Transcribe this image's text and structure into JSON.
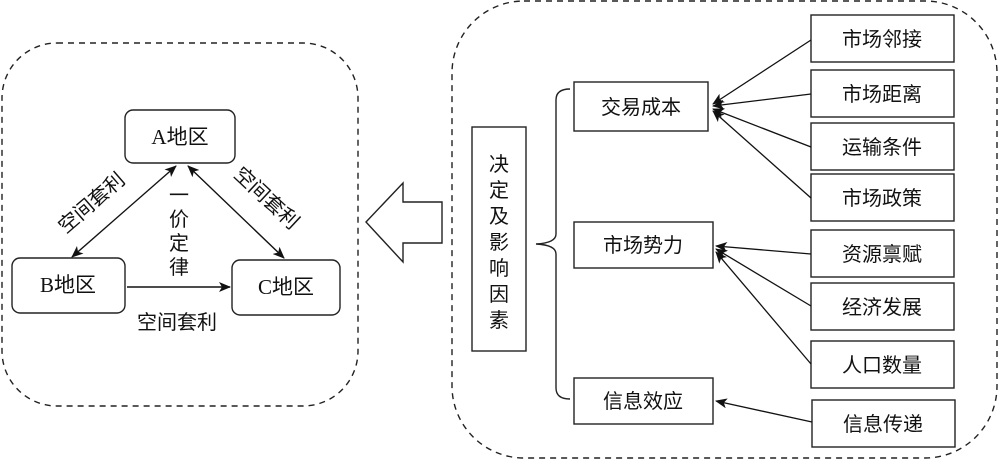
{
  "left_panel": {
    "regions": {
      "a": "A地区",
      "b": "B地区",
      "c": "C地区"
    },
    "edge_labels": {
      "a_b": "空间套利",
      "a_c": "空间套利",
      "b_c": "空间套利"
    },
    "center_label": [
      "一",
      "价",
      "定",
      "律"
    ]
  },
  "right_panel": {
    "root": [
      "决",
      "定",
      "及",
      "影",
      "响",
      "因",
      "素"
    ],
    "categories": [
      {
        "label": "交易成本",
        "factors": [
          "市场邻接",
          "市场距离",
          "运输条件",
          "市场政策"
        ]
      },
      {
        "label": "市场势力",
        "factors": [
          "资源禀赋",
          "经济发展",
          "人口数量"
        ]
      },
      {
        "label": "信息效应",
        "factors": [
          "信息传递"
        ]
      }
    ]
  },
  "connector": {
    "direction": "left",
    "style": "hollow-arrow"
  }
}
